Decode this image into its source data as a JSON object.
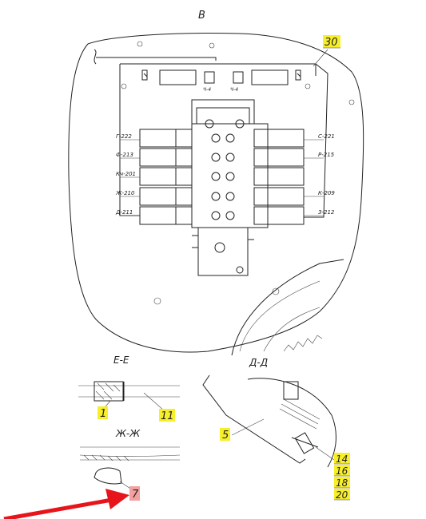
{
  "view_labels": {
    "top_view": "В",
    "section_e": "Е-Е",
    "section_zh": "Ж-Ж",
    "section_d": "Д-Д"
  },
  "valve_labels": {
    "left": [
      "Г-222",
      "Ф-213",
      "Кч-201",
      "Ж-210",
      "Д-211"
    ],
    "right": [
      "С-221",
      "Р-215",
      "",
      "К-209",
      "З-212"
    ],
    "top": [
      "Ч-4",
      "Ч-4"
    ]
  },
  "callouts": {
    "c30": "30",
    "c1": "1",
    "c11": "11",
    "c5": "5",
    "c14": "14",
    "c16": "16",
    "c18": "18",
    "c20": "20",
    "c7": "7"
  },
  "colors": {
    "highlight_yellow": "#f7ef2a",
    "highlight_red": "#f2a0a0",
    "arrow_red": "#e8141b",
    "line": "#222222"
  }
}
